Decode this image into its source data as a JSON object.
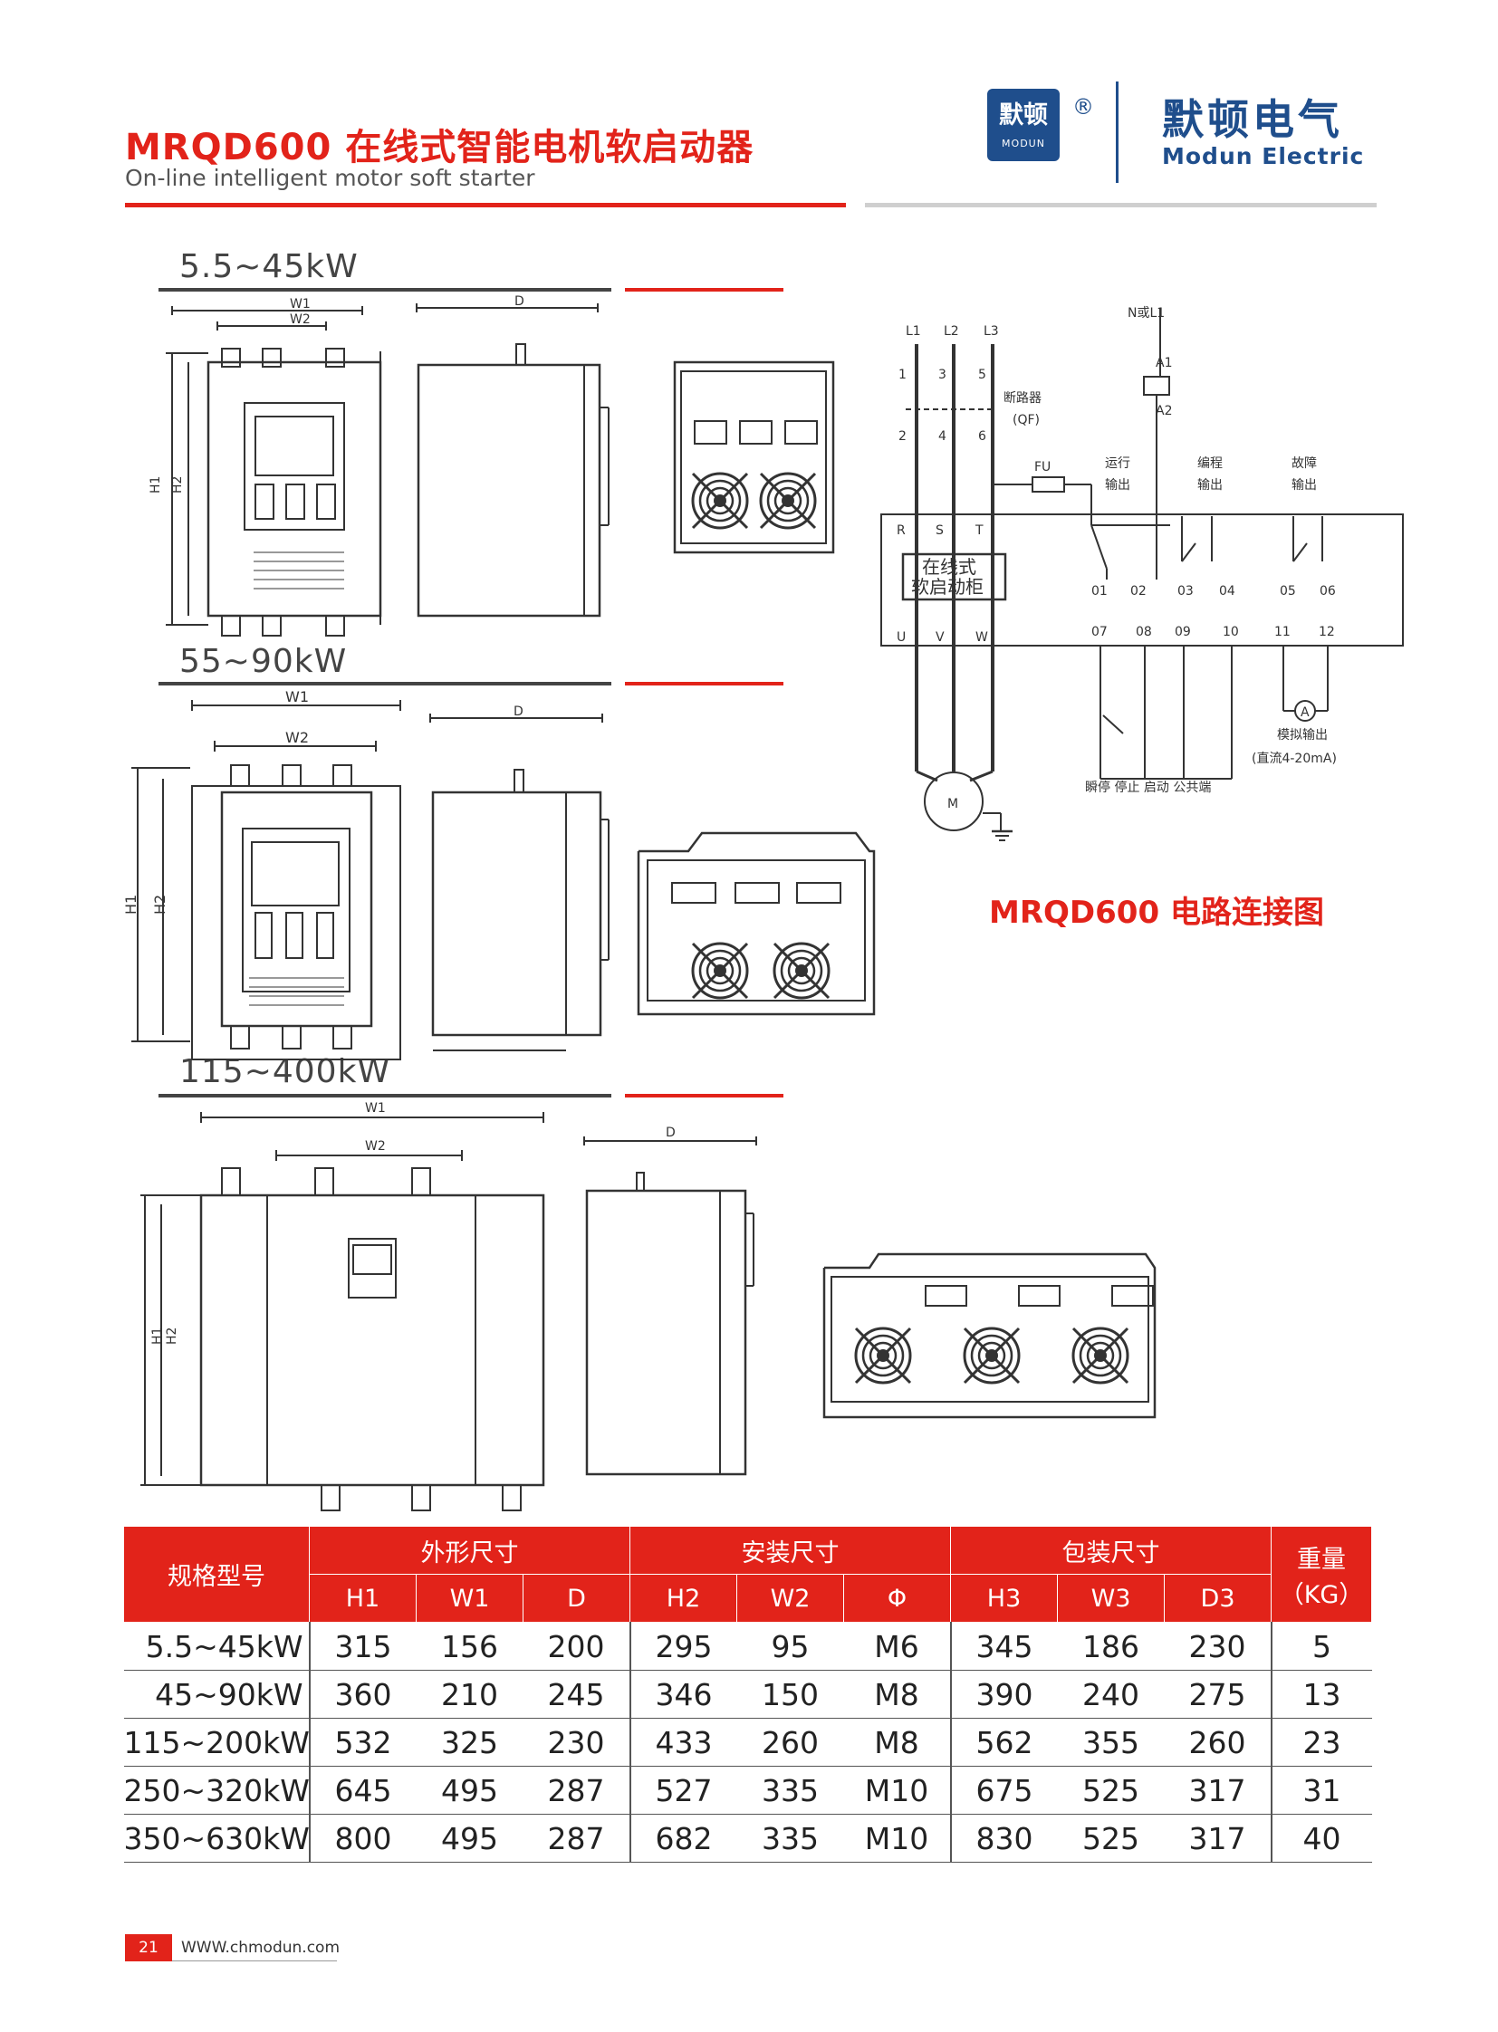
{
  "header": {
    "title_cn": "MRQD600 在线式智能电机软启动器",
    "title_en": "On-line intelligent motor soft starter",
    "accent_color": "#e2231a",
    "brand_color": "#1f4e8c"
  },
  "logo": {
    "mark_cn": "默顿",
    "mark_en": "MODUN",
    "reg": "®",
    "name_cn": "默顿电气",
    "name_en": "Modun Electric"
  },
  "sections": {
    "s1_label": "5.5~45kW",
    "s2_label": "55~90kW",
    "s3_label": "115~400kW"
  },
  "dims": {
    "w1": "W1",
    "w2": "W2",
    "h1": "H1",
    "h2": "H2",
    "d": "D"
  },
  "circuit": {
    "l1": "L1",
    "l2": "L2",
    "l3": "L3",
    "t1": "1",
    "t2": "2",
    "t3": "3",
    "t4": "4",
    "t5": "5",
    "t6": "6",
    "neutral": "N或L1",
    "a1": "A1",
    "a2": "A2",
    "breaker": "断路器",
    "breaker_code": "(QF)",
    "fuse": "FU",
    "run_out_1": "运行",
    "run_out_2": "输出",
    "prog_out_1": "编程",
    "prog_out_2": "输出",
    "fault_out_1": "故障",
    "fault_out_2": "输出",
    "r": "R",
    "s": "S",
    "t": "T",
    "u": "U",
    "v": "V",
    "w": "W",
    "box_line1": "在线式",
    "box_line2": "软启动柜",
    "term_01": "01",
    "term_02": "02",
    "term_03": "03",
    "term_04": "04",
    "term_05": "05",
    "term_06": "06",
    "term_07": "07",
    "term_08": "08",
    "term_09": "09",
    "term_10": "10",
    "term_11": "11",
    "term_12": "12",
    "ammeter": "A",
    "analog_out": "模拟输出",
    "analog_range": "(直流4-20mA)",
    "btn_labels": "瞬停  停止  启动  公共端",
    "motor": "M"
  },
  "diagram_caption": "MRQD600 电路连接图",
  "table": {
    "headers": {
      "model": "规格型号",
      "outline": "外形尺寸",
      "install": "安装尺寸",
      "package": "包装尺寸",
      "weight": "重量",
      "weight_unit": "（KG）"
    },
    "subheaders": [
      "H1",
      "W1",
      "D",
      "H2",
      "W2",
      "Φ",
      "H3",
      "W3",
      "D3"
    ],
    "rows": [
      [
        "5.5~45kW",
        "315",
        "156",
        "200",
        "295",
        "95",
        "M6",
        "345",
        "186",
        "230",
        "5"
      ],
      [
        "45~90kW",
        "360",
        "210",
        "245",
        "346",
        "150",
        "M8",
        "390",
        "240",
        "275",
        "13"
      ],
      [
        "115~200kW",
        "532",
        "325",
        "230",
        "433",
        "260",
        "M8",
        "562",
        "355",
        "260",
        "23"
      ],
      [
        "250~320kW",
        "645",
        "495",
        "287",
        "527",
        "335",
        "M10",
        "675",
        "525",
        "317",
        "31"
      ],
      [
        "350~630kW",
        "800",
        "495",
        "287",
        "682",
        "335",
        "M10",
        "830",
        "525",
        "317",
        "40"
      ]
    ]
  },
  "footer": {
    "page": "21",
    "url": "WWW.chmodun.com"
  }
}
